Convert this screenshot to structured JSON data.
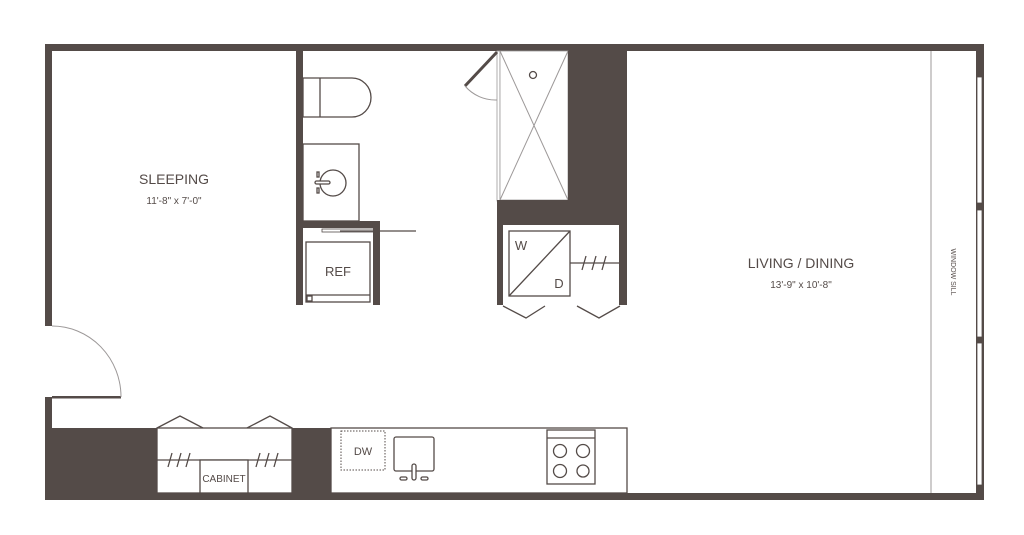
{
  "plan": {
    "rooms": [
      {
        "name": "SLEEPING",
        "dimensions": "11'-8\" x 7'-0\""
      },
      {
        "name": "LIVING / DINING",
        "dimensions": "13'-9\" x 10'-8\""
      }
    ],
    "fixtures": {
      "refrigerator": "REF",
      "washer": "W",
      "dryer": "D",
      "dishwasher": "DW",
      "cabinet": "CABINET",
      "window_sill": "WINDOW SILL"
    }
  },
  "colors": {
    "wall": "#544b48",
    "thin_line": "#9c9898"
  }
}
